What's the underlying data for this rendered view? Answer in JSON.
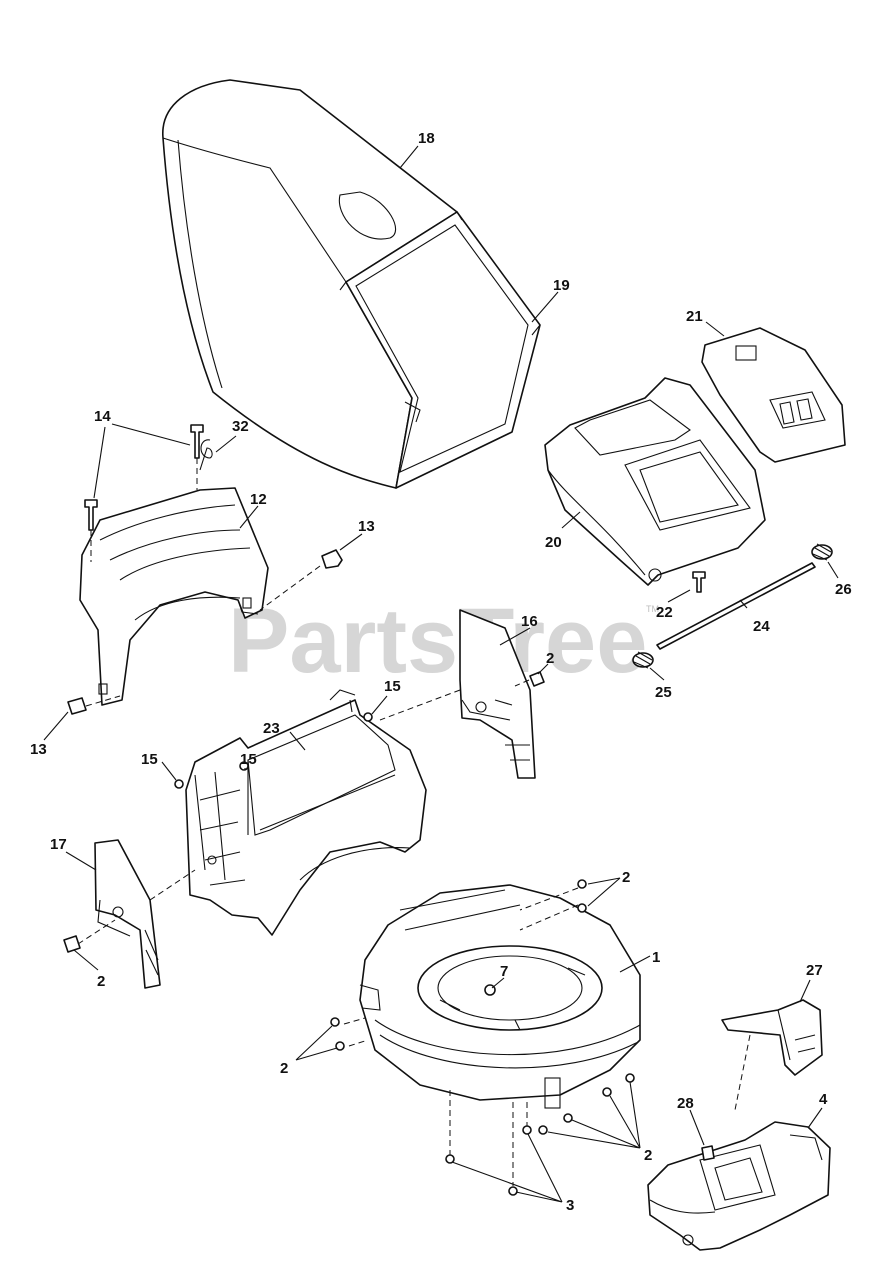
{
  "watermark": {
    "text": "PartsTree",
    "tm": "TM"
  },
  "callouts": {
    "c1": "1",
    "c2a": "2",
    "c2b": "2",
    "c2c": "2",
    "c2d": "2",
    "c2e": "2",
    "c3": "3",
    "c4": "4",
    "c7": "7",
    "c12": "12",
    "c13a": "13",
    "c13b": "13",
    "c14": "14",
    "c15a": "15",
    "c15b": "15",
    "c15c": "15",
    "c16": "16",
    "c17": "17",
    "c18": "18",
    "c19": "19",
    "c20": "20",
    "c21": "21",
    "c22": "22",
    "c23": "23",
    "c24": "24",
    "c25": "25",
    "c26": "26",
    "c27": "27",
    "c28": "28",
    "c32": "32"
  }
}
